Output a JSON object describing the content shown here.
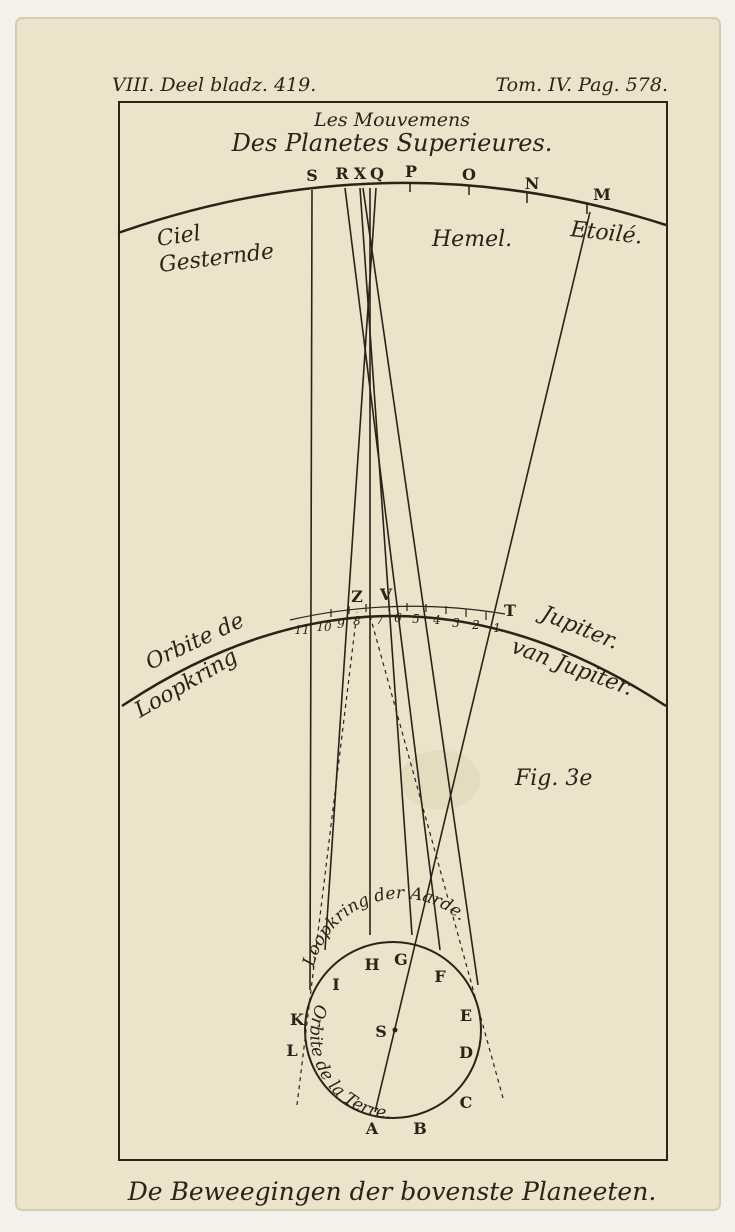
{
  "header": {
    "left": "VIII. Deel bladz. 419.",
    "right": "Tom. IV. Pag. 578."
  },
  "title": {
    "line1": "Les Mouvemens",
    "line2": "Des Planetes Superieures."
  },
  "sky": {
    "word_ciel": "Ciel",
    "word_gesternde": "Gesternde",
    "word_hemel": "Hemel.",
    "word_etoile": "Etoilé.",
    "points": [
      "S",
      "R",
      "X",
      "Q",
      "P",
      "O",
      "N",
      "M"
    ]
  },
  "jupiter_orbit": {
    "label_fr_1": "Orbite de",
    "label_fr_2": "Jupiter.",
    "label_nl_1": "Loopkring",
    "label_nl_2": "van Jupiter.",
    "points": [
      "Z",
      "V",
      "T"
    ],
    "numbers": [
      "11",
      "10",
      "9",
      "8",
      "7",
      "6",
      "5",
      "4",
      "3",
      "2",
      "1"
    ]
  },
  "figure_label": "Fig. 3e",
  "earth_orbit": {
    "label_nl": "Loopkring der Aarde.",
    "label_fr": "Orbite de la Terre.",
    "sun": "S",
    "points": [
      "A",
      "B",
      "C",
      "D",
      "E",
      "F",
      "G",
      "H",
      "I",
      "K",
      "L"
    ]
  },
  "caption": "De Beweegingen der bovenste Planeeten."
}
